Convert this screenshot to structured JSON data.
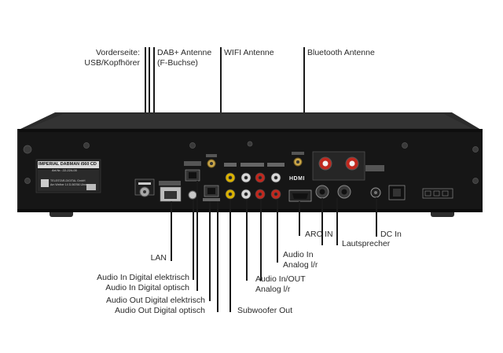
{
  "labels": {
    "front_usb": [
      "Vorderseite:",
      "USB/Kopfhörer"
    ],
    "dab": [
      "DAB+ Antenne",
      "(F-Buchse)"
    ],
    "wifi": "WIFI Antenne",
    "bluetooth": "Bluetooth Antenne",
    "lan": "LAN",
    "audio_in_digital": [
      "Audio In Digital elektrisch",
      "Audio In Digital optisch"
    ],
    "audio_out_digital": [
      "Audio Out Digital elektrisch",
      "Audio Out Digital optisch"
    ],
    "subwoofer": "Subwoofer Out",
    "audio_in_out": [
      "Audio In/OUT",
      "Analog l/r"
    ],
    "audio_in": [
      "Audio In",
      "Analog l/r"
    ],
    "arc_in": "ARC IN",
    "speaker": "Lautsprecher",
    "dc_in": "DC In"
  },
  "device": {
    "model_label": "IMPERIAL DABMAN i560 CD",
    "model_sub": "Art.Nr.: 22-224-00",
    "company": "TELESTAR-DIGITAL GmbH",
    "address": "Am Weiher 14 D-56766 Ulmen",
    "hdmi_logo": "HDMI"
  },
  "colors": {
    "chassis": "#151515",
    "lid": "#2a2a2a",
    "leader": "#1a1a1a",
    "rca_red": "#c0281e",
    "rca_white": "#d8d8d8",
    "rca_yellow": "#d9b100",
    "gold": "#c9a64a"
  }
}
